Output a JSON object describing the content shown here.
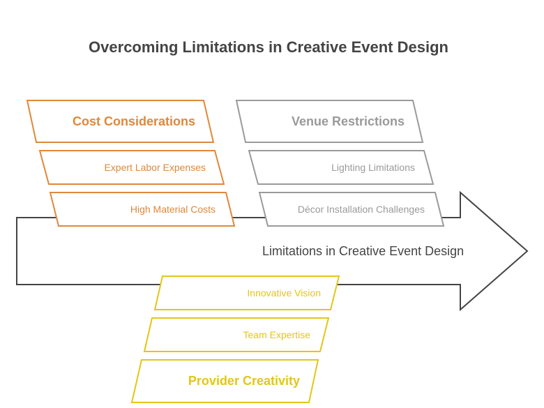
{
  "title": "Overcoming Limitations in Creative Event Design",
  "central": "Limitations in Creative Event Design",
  "colors": {
    "orange": "#e0883a",
    "gray": "#9a9a9a",
    "yellow": "#e3c617",
    "arrow": "#444444"
  },
  "groups": {
    "cost": {
      "heading": "Cost Considerations",
      "items": [
        "Expert Labor Expenses",
        "High Material Costs"
      ]
    },
    "venue": {
      "heading": "Venue Restrictions",
      "items": [
        "Lighting Limitations",
        "Décor Installation Challenges"
      ]
    },
    "provider": {
      "heading": "Provider Creativity",
      "items": [
        "Innovative Vision",
        "Team Expertise"
      ]
    }
  }
}
